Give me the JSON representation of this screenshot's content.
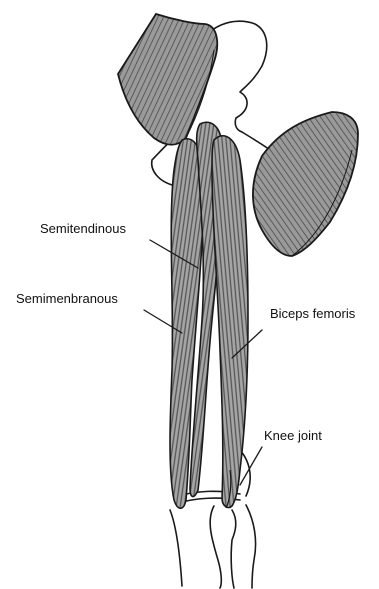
{
  "labels": {
    "semitendinous": "Semitendinous",
    "semimembranous": "Semimenbranous",
    "biceps_femoris": "Biceps femoris",
    "knee_joint": "Knee joint"
  },
  "colors": {
    "outline": "#1a1a1a",
    "muscle_fill": "#8f8f8f",
    "muscle_dark": "#5e5e5e",
    "background": "#ffffff"
  }
}
